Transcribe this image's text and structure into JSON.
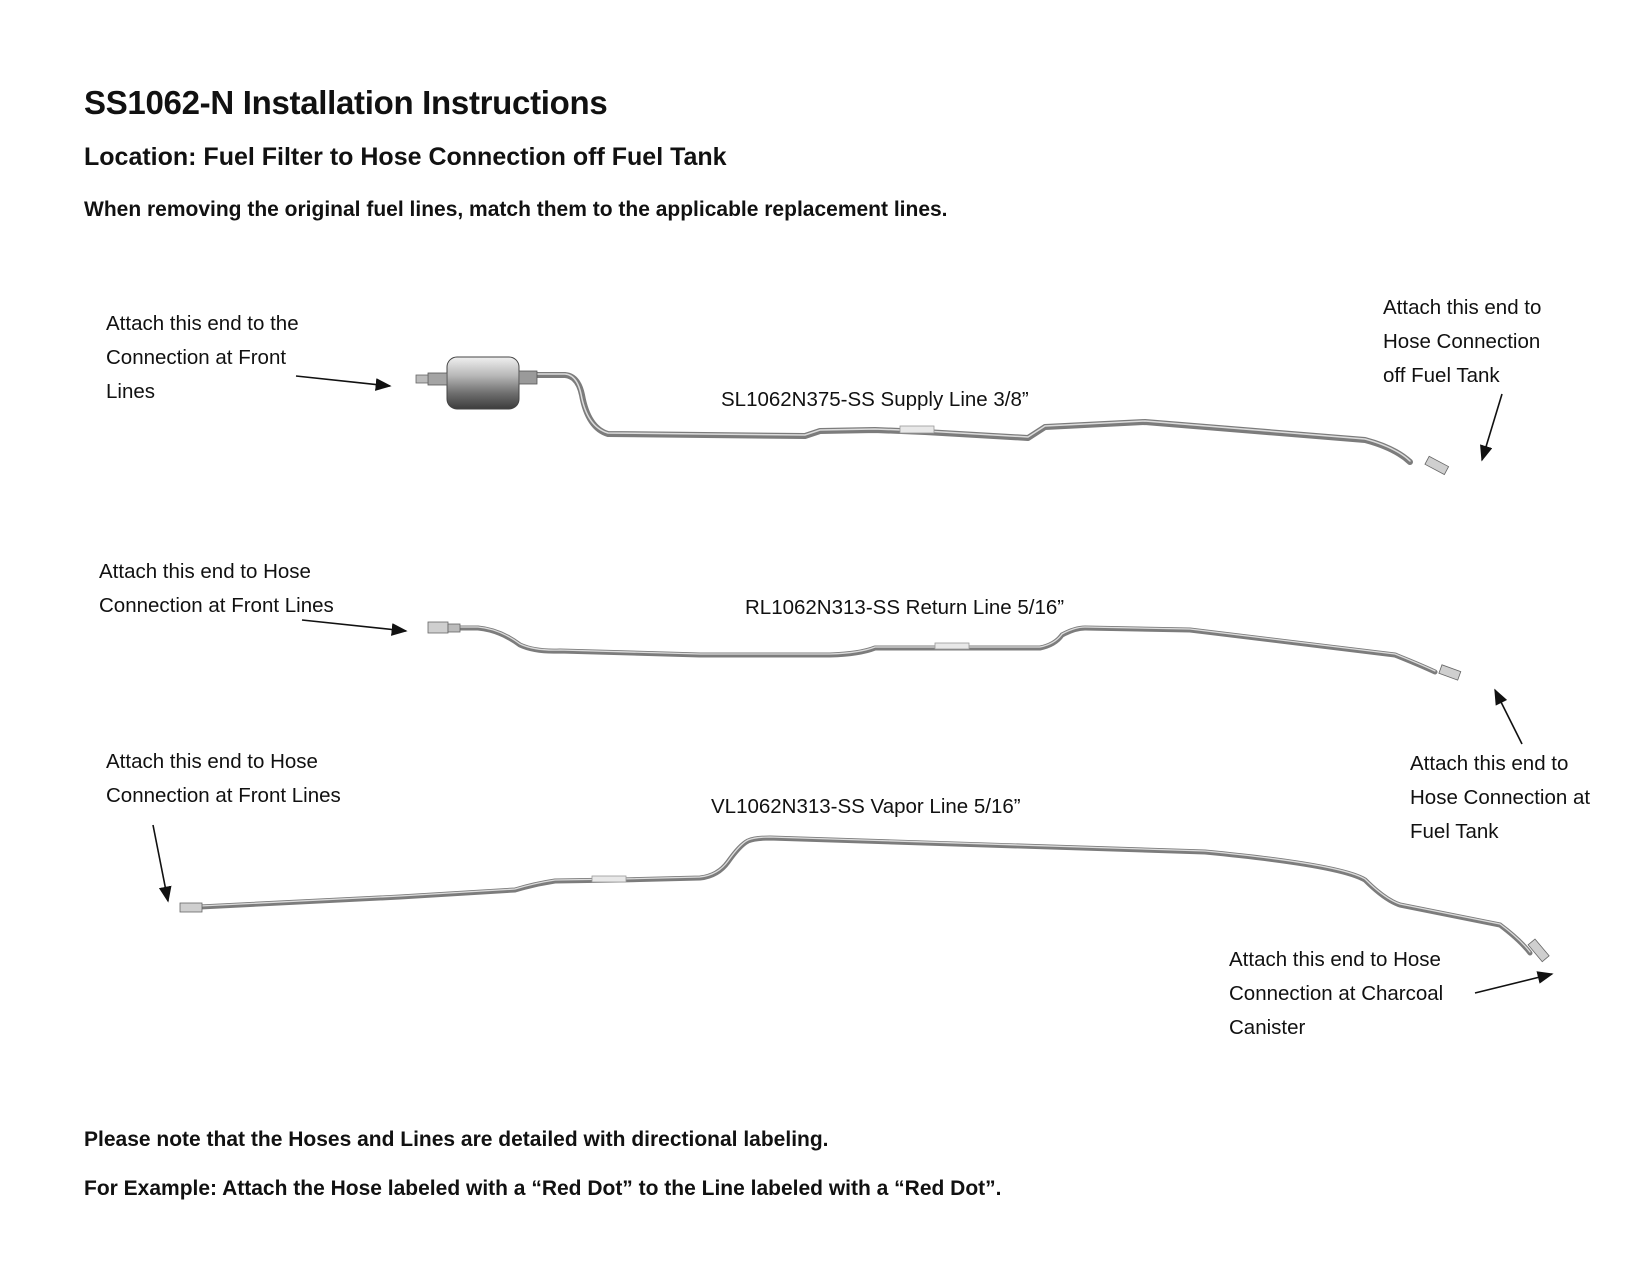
{
  "title": "SS1062-N Installation Instructions",
  "subtitle": "Location: Fuel Filter to Hose Connection off Fuel Tank",
  "intro": "When removing the original fuel lines, match them to the applicable replacement lines.",
  "lines": {
    "supply": {
      "label": "SL1062N375-SS Supply Line 3/8”",
      "left_callout": "Attach this end to the\nConnection at Front\nLines",
      "right_callout": "Attach this end to\nHose Connection\noff Fuel Tank"
    },
    "return": {
      "label": "RL1062N313-SS Return Line 5/16”",
      "left_callout": "Attach this end to Hose\nConnection at Front Lines",
      "right_callout": "Attach this end to\nHose Connection at\nFuel Tank"
    },
    "vapor": {
      "label": "VL1062N313-SS Vapor Line 5/16”",
      "left_callout": "Attach this end to Hose\nConnection at Front Lines",
      "right_callout": "Attach this end to Hose\nConnection at Charcoal\nCanister"
    }
  },
  "notes": {
    "directional": "Please note that the Hoses and Lines are detailed with directional labeling.",
    "example": "For Example: Attach the Hose labeled with a “Red Dot” to the Line labeled with a “Red Dot”."
  },
  "colors": {
    "tube": "#8c8c8c",
    "tube_highlight": "#d8d8d8",
    "text": "#111111"
  }
}
